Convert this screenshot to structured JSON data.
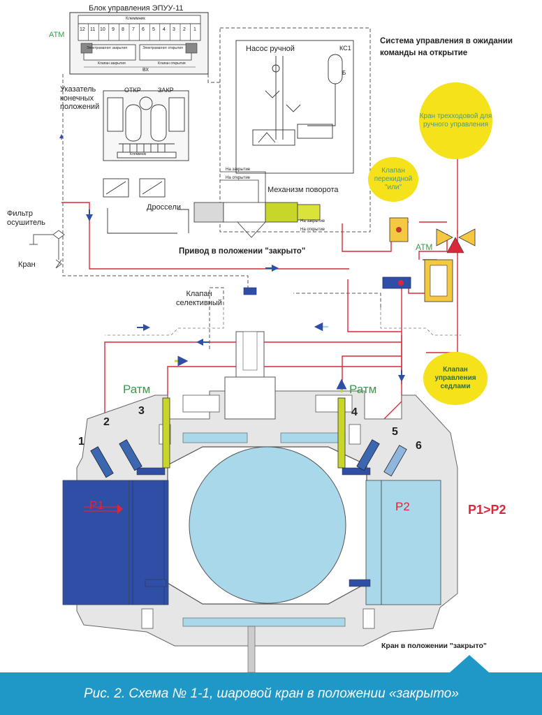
{
  "diagram": {
    "control_block_title": "Блок управления ЭПУУ-11",
    "atm_left": "АТМ",
    "terminal_numbers": [
      "12",
      "11",
      "10",
      "9",
      "8",
      "7",
      "6",
      "5",
      "4",
      "3",
      "2",
      "1"
    ],
    "block_top_label": "Клеммник",
    "block_sub1": "Электромагнит закрытия",
    "block_sub2": "Электромагнит открытия",
    "block_sub3": "Клапан закрытия",
    "block_sub4": "Клапан открытия",
    "block_vx": "ВХ",
    "pump_label": "Насос ручной",
    "ks1_label": "КС1",
    "b_label": "Б",
    "state_title": "Система управления в ожидании команды на открытие",
    "indicator_label": "Указатель конечных положений",
    "otkr": "ОТКР",
    "zakr": "ЗАКР",
    "indicator_bottom": "Клеммник",
    "na_zakr": "На закрытие",
    "na_otkr": "На открытие",
    "rotation_label": "Механизм поворота",
    "throttles_label": "Дроссели",
    "filter_label": "Фильтр осушитель",
    "tap_label": "Кран",
    "drive_state": "Привод в положении \"закрыто\"",
    "selective_valve": "Клапан селективный",
    "three_way_valve": "Кран трехходовой для ручного управления",
    "switch_valve": "Клапан перекидной \"или\"",
    "atm_right": "АТМ",
    "seat_valve": "Клапан управления седлами",
    "patm_left": "Ратм",
    "patm_right": "Ратм",
    "ports": [
      "1",
      "2",
      "3",
      "4",
      "5",
      "6"
    ],
    "p1": "P1",
    "p2": "P2",
    "p_relation": "P1>P2",
    "valve_state": "Кран в положении \"закрыто\"",
    "caption": "Рис. 2. Схема № 1-1, шаровой кран в положении «закрыто»"
  },
  "colors": {
    "dark_blue": "#2f4fa6",
    "light_blue": "#a9d8ea",
    "red": "#d8283a",
    "yellow": "#f5e21a",
    "green": "#4f9a7a",
    "caption_bg": "#1f98c8"
  }
}
